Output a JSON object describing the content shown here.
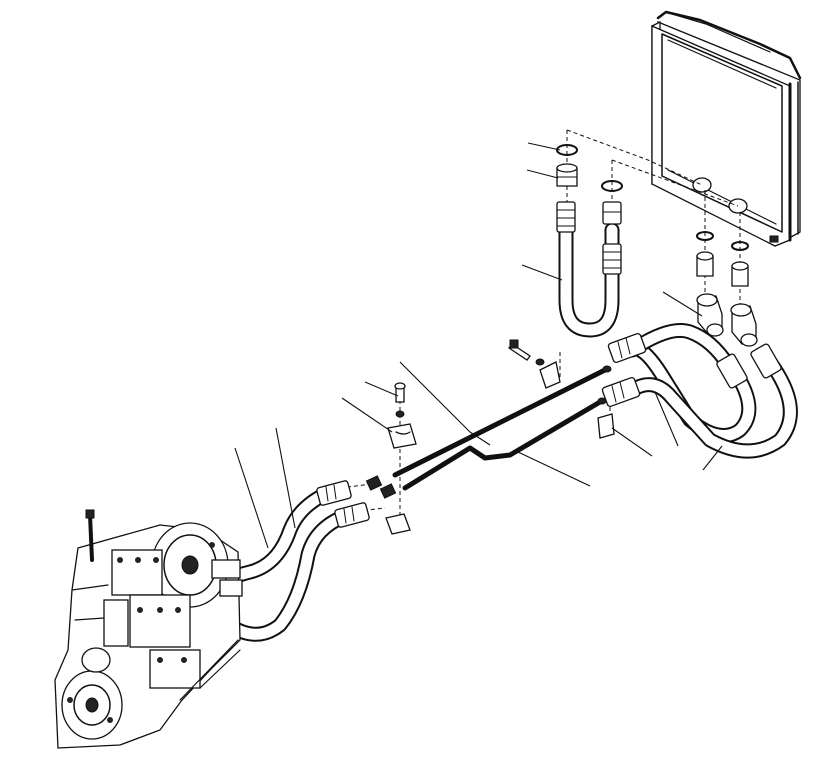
{
  "diagram": {
    "kind": "exploded parts illustration",
    "components": [
      "transmission",
      "oil-cooler",
      "hose-assembly",
      "steel-tube",
      "tube-clamp",
      "bolt",
      "washer",
      "o-ring",
      "adapter-fitting",
      "elbow-fitting"
    ],
    "callout_count": 15,
    "colors": {
      "ink": "#111111",
      "paper": "#ffffff"
    }
  }
}
